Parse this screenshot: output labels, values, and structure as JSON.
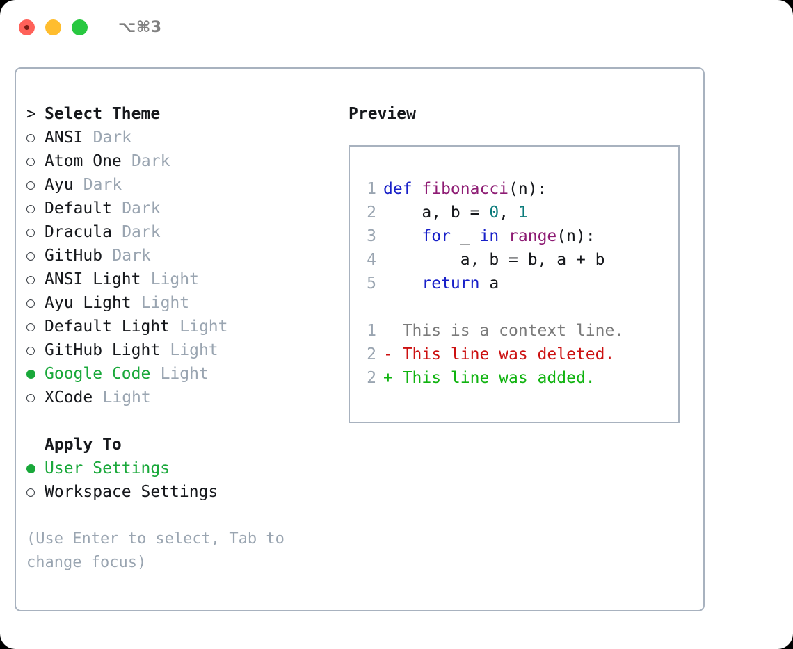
{
  "titlebar": {
    "shortcut": "⌥⌘3",
    "buttons": [
      {
        "name": "close",
        "color": "#ff6159"
      },
      {
        "name": "minimize",
        "color": "#ffbd2e"
      },
      {
        "name": "maximize",
        "color": "#28c840"
      }
    ]
  },
  "accent": {
    "selected_green": "#19a83a",
    "muted_gray": "#9aa5b1",
    "border": "#a8b2bf",
    "text": "#16181c"
  },
  "theme_picker": {
    "prompt_marker": ">",
    "title": "Select Theme",
    "bullet_selected": "●",
    "bullet_unselected": "○",
    "items": [
      {
        "label": "ANSI",
        "tag": "Dark",
        "selected": false
      },
      {
        "label": "Atom One",
        "tag": "Dark",
        "selected": false
      },
      {
        "label": "Ayu",
        "tag": "Dark",
        "selected": false
      },
      {
        "label": "Default",
        "tag": "Dark",
        "selected": false
      },
      {
        "label": "Dracula",
        "tag": "Dark",
        "selected": false
      },
      {
        "label": "GitHub",
        "tag": "Dark",
        "selected": false
      },
      {
        "label": "ANSI Light",
        "tag": "Light",
        "selected": false
      },
      {
        "label": "Ayu Light",
        "tag": "Light",
        "selected": false
      },
      {
        "label": "Default Light",
        "tag": "Light",
        "selected": false
      },
      {
        "label": "GitHub Light",
        "tag": "Light",
        "selected": false
      },
      {
        "label": "Google Code",
        "tag": "Light",
        "selected": true
      },
      {
        "label": "XCode",
        "tag": "Light",
        "selected": false
      }
    ]
  },
  "apply_to": {
    "title": "Apply To",
    "items": [
      {
        "label": "User Settings",
        "selected": true
      },
      {
        "label": "Workspace Settings",
        "selected": false
      }
    ]
  },
  "hint": "(Use Enter to select, Tab to change focus)",
  "preview": {
    "title": "Preview",
    "code_lines": [
      {
        "no": "1",
        "tokens": [
          {
            "text": "def ",
            "type": "kw"
          },
          {
            "text": "fibonacci",
            "type": "fn"
          },
          {
            "text": "(n):",
            "type": "pl"
          }
        ]
      },
      {
        "no": "2",
        "tokens": [
          {
            "text": "    a, b = ",
            "type": "pl"
          },
          {
            "text": "0",
            "type": "num"
          },
          {
            "text": ", ",
            "type": "pl"
          },
          {
            "text": "1",
            "type": "num"
          }
        ]
      },
      {
        "no": "3",
        "tokens": [
          {
            "text": "    ",
            "type": "pl"
          },
          {
            "text": "for",
            "type": "kw"
          },
          {
            "text": " _ ",
            "type": "pl"
          },
          {
            "text": "in",
            "type": "kw"
          },
          {
            "text": " ",
            "type": "pl"
          },
          {
            "text": "range",
            "type": "fn"
          },
          {
            "text": "(n):",
            "type": "pl"
          }
        ]
      },
      {
        "no": "4",
        "tokens": [
          {
            "text": "        a, b = b, a + b",
            "type": "pl"
          }
        ]
      },
      {
        "no": "5",
        "tokens": [
          {
            "text": "    ",
            "type": "pl"
          },
          {
            "text": "return",
            "type": "kw"
          },
          {
            "text": " a",
            "type": "pl"
          }
        ]
      }
    ],
    "diff_lines": [
      {
        "no": "1",
        "sign": " ",
        "text": "This is a context line.",
        "kind": "ctx"
      },
      {
        "no": "2",
        "sign": "-",
        "text": "This line was deleted.",
        "kind": "del"
      },
      {
        "no": "2",
        "sign": "+",
        "text": "This line was added.",
        "kind": "add"
      }
    ]
  }
}
